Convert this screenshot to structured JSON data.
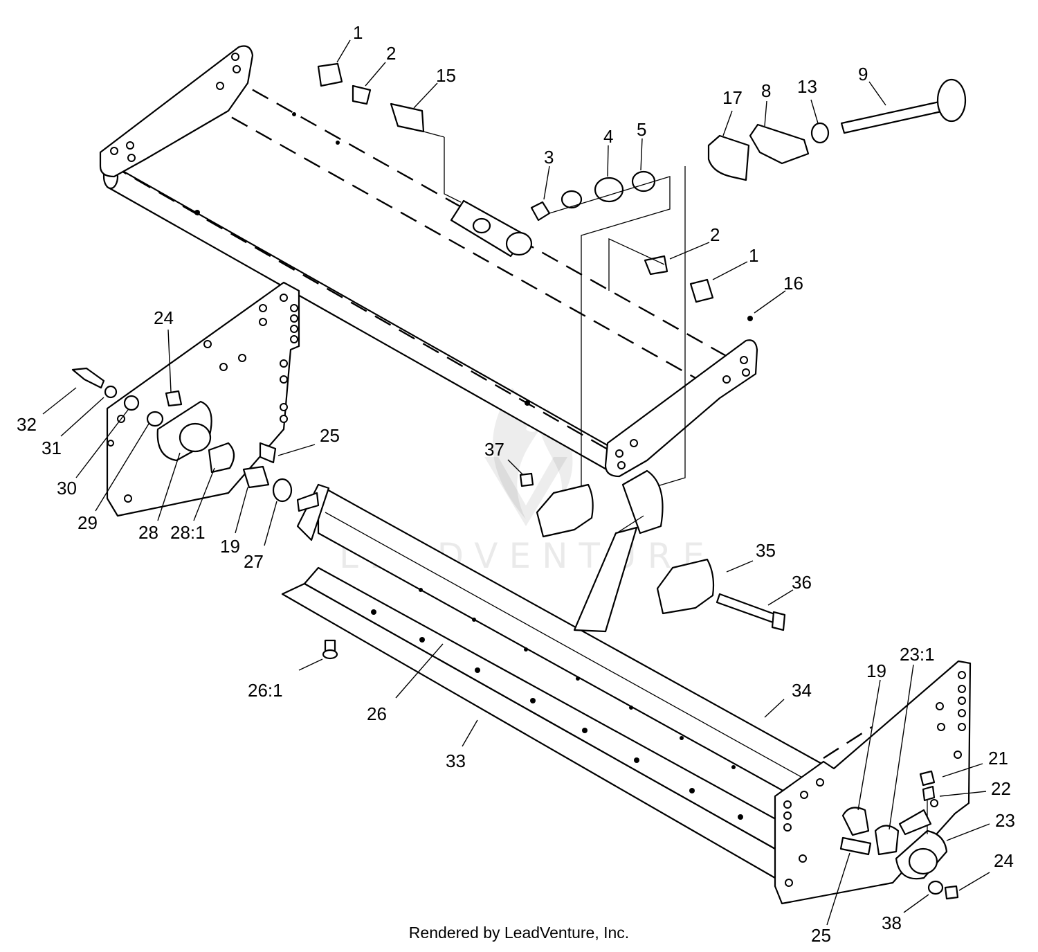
{
  "watermark": {
    "text": "LEADVENTURE"
  },
  "footer": {
    "text": "Rendered by LeadVenture, Inc."
  },
  "callouts": [
    {
      "id": "c-1a",
      "text": "1"
    },
    {
      "id": "c-2a",
      "text": "2"
    },
    {
      "id": "c-15",
      "text": "15"
    },
    {
      "id": "c-3",
      "text": "3"
    },
    {
      "id": "c-4",
      "text": "4"
    },
    {
      "id": "c-5",
      "text": "5"
    },
    {
      "id": "c-17",
      "text": "17"
    },
    {
      "id": "c-8",
      "text": "8"
    },
    {
      "id": "c-13",
      "text": "13"
    },
    {
      "id": "c-9",
      "text": "9"
    },
    {
      "id": "c-2b",
      "text": "2"
    },
    {
      "id": "c-1b",
      "text": "1"
    },
    {
      "id": "c-16",
      "text": "16"
    },
    {
      "id": "c-24a",
      "text": "24"
    },
    {
      "id": "c-32",
      "text": "32"
    },
    {
      "id": "c-31",
      "text": "31"
    },
    {
      "id": "c-30",
      "text": "30"
    },
    {
      "id": "c-29",
      "text": "29"
    },
    {
      "id": "c-28",
      "text": "28"
    },
    {
      "id": "c-28-1",
      "text": "28:1"
    },
    {
      "id": "c-19a",
      "text": "19"
    },
    {
      "id": "c-27",
      "text": "27"
    },
    {
      "id": "c-25a",
      "text": "25"
    },
    {
      "id": "c-37",
      "text": "37"
    },
    {
      "id": "c-35",
      "text": "35"
    },
    {
      "id": "c-36",
      "text": "36"
    },
    {
      "id": "c-26-1",
      "text": "26:1"
    },
    {
      "id": "c-26",
      "text": "26"
    },
    {
      "id": "c-33",
      "text": "33"
    },
    {
      "id": "c-34",
      "text": "34"
    },
    {
      "id": "c-19b",
      "text": "19"
    },
    {
      "id": "c-23-1",
      "text": "23:1"
    },
    {
      "id": "c-21",
      "text": "21"
    },
    {
      "id": "c-22",
      "text": "22"
    },
    {
      "id": "c-23",
      "text": "23"
    },
    {
      "id": "c-24b",
      "text": "24"
    },
    {
      "id": "c-38",
      "text": "38"
    },
    {
      "id": "c-25b",
      "text": "25"
    }
  ]
}
